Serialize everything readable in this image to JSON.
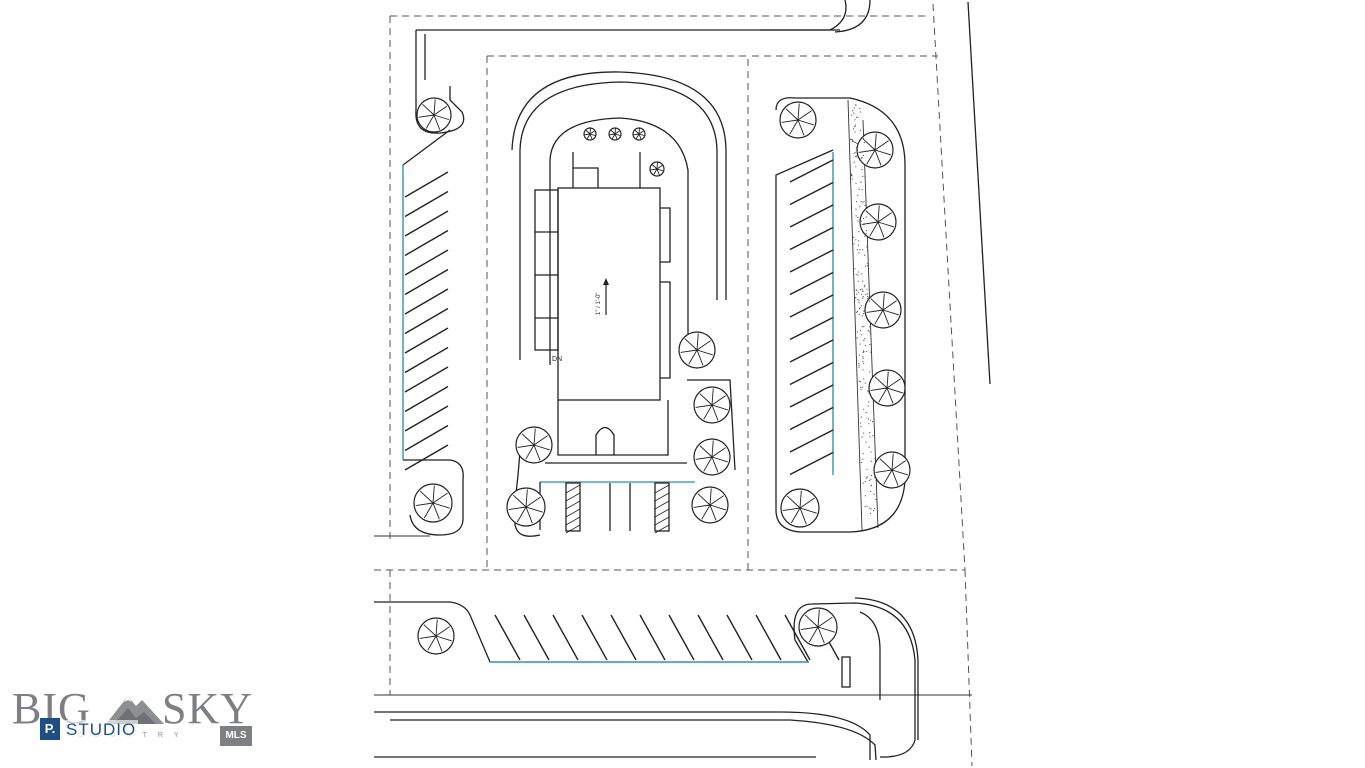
{
  "plan": {
    "labels": {
      "down_marker": "DN",
      "scale_note": "1\" / 1'-0\""
    },
    "colors": {
      "linework": "#222222",
      "curb_accent": "#4aa3b5",
      "hatch": "#222222"
    },
    "parking": {
      "west_row_stalls": 15,
      "east_row_stalls": 14,
      "south_row_stalls": 12,
      "drive_thru_stalls": 4
    },
    "trees": 21
  },
  "logo": {
    "big": "BIG",
    "sky": "SKY",
    "country": "COUNTRY",
    "p_badge": "P.",
    "studio": "STUDIO",
    "mls": "MLS"
  }
}
